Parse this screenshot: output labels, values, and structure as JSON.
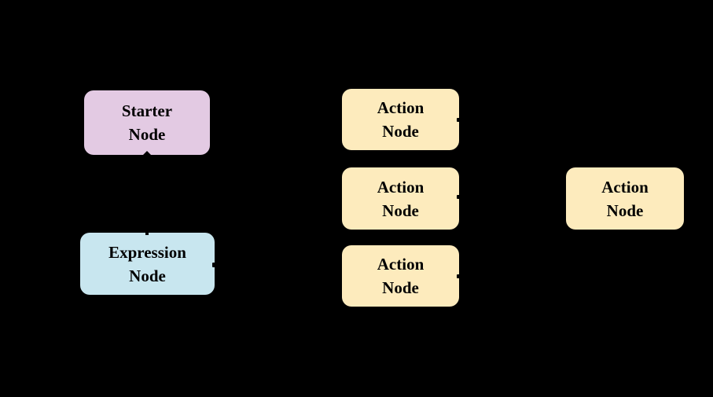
{
  "diagram": {
    "background_color": "#000000",
    "text_color": "#000000",
    "connector_color": "#000000",
    "nodes": {
      "starter": {
        "line1": "Starter",
        "line2": "Node",
        "fill": "#E3CAE3"
      },
      "action_top": {
        "line1": "Action",
        "line2": "Node",
        "fill": "#FDEBBD"
      },
      "action_middle": {
        "line1": "Action",
        "line2": "Node",
        "fill": "#FDEBBD"
      },
      "action_bottom": {
        "line1": "Action",
        "line2": "Node",
        "fill": "#FDEBBD"
      },
      "expression": {
        "line1": "Expression",
        "line2": "Node",
        "fill": "#C8E6EF"
      },
      "action_right": {
        "line1": "Action",
        "line2": "Node",
        "fill": "#FDEBBD"
      }
    }
  }
}
